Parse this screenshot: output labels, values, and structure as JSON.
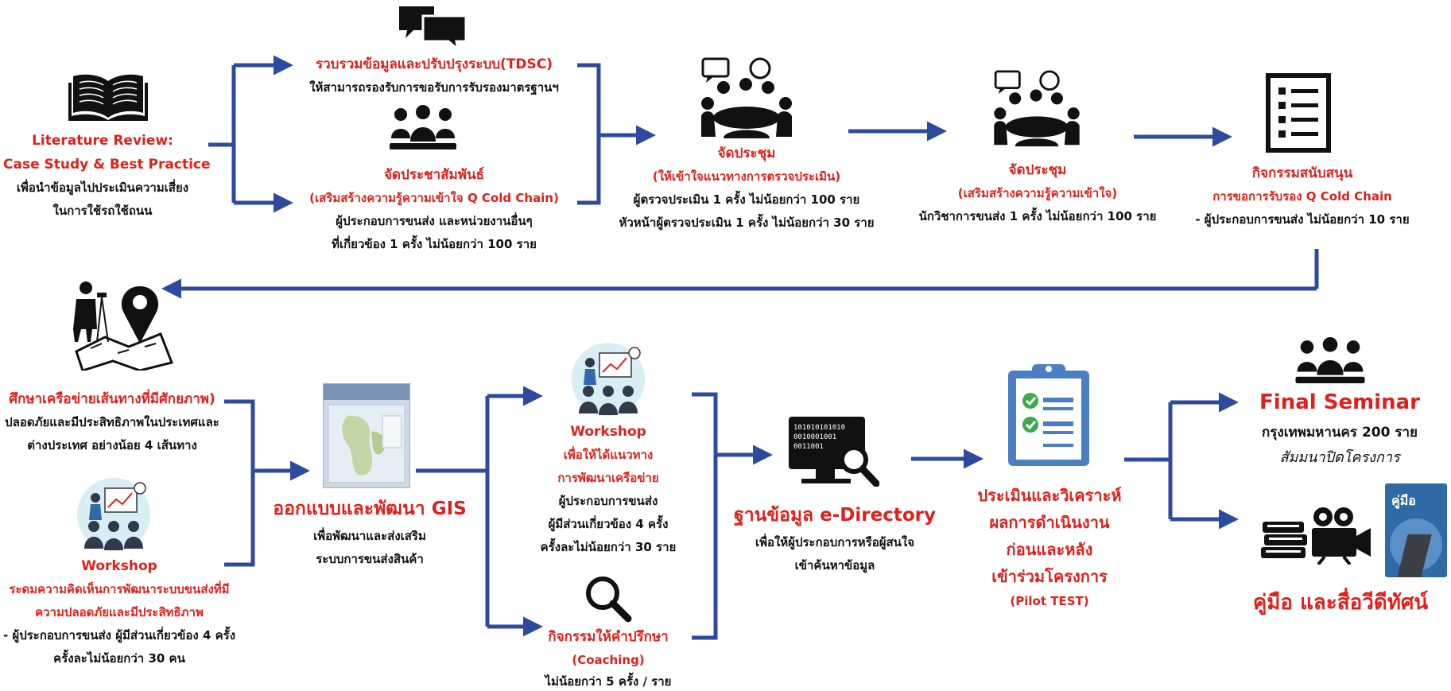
{
  "colors": {
    "accent_red": "#e0201b",
    "arrow_blue": "#2e4a9e",
    "icon_dark": "#111111",
    "icon_ring": "#d8eef4",
    "clipboard_blue": "#4a7fc4",
    "check_green": "#3dab4a"
  },
  "icons": [
    "open-book-icon",
    "chat-bubbles-icon",
    "group-people-icon",
    "meeting-table-icon",
    "meeting-table-icon",
    "checklist-document-icon",
    "surveyor-map-pin-icon",
    "workshop-presenter-icon",
    "gis-map-thumbnail",
    "workshop-presenter-icon",
    "magnifier-icon",
    "computer-search-icon",
    "clipboard-checklist-icon",
    "group-people-icon",
    "books-camera-icon",
    "manual-book-cover"
  ],
  "literature": {
    "lines": [
      "Literature Review:",
      "Case Study & Best Practice",
      "เพื่อนำข้อมูลไปประเมินความเสี่ยง",
      "ในการใช้รถใช้ถนน"
    ]
  },
  "tdsc": {
    "title": "รวบรวมข้อมูลและปรับปรุงระบบ(TDSC)",
    "lines": [
      "ให้สามารถรองรับการขอรับการรับรองมาตรฐานฯ"
    ]
  },
  "pr": {
    "title": "จัดประชาสัมพันธ์",
    "subtitle": "(เสริมสร้างความรู้ความเข้าใจ Q Cold Chain)",
    "lines": [
      "ผู้ประกอบการขนส่ง และหน่วยงานอื่นๆ",
      "ที่เกี่ยวข้อง 1 ครั้ง ไม่น้อยกว่า 100 ราย"
    ]
  },
  "meeting1": {
    "title": "จัดประชุม",
    "subtitle": "(ให้เข้าใจแนวทางการตรวจประเมิน)",
    "lines": [
      "ผู้ตรวจประเมิน 1 ครั้ง ไม่น้อยกว่า 100 ราย",
      "หัวหน้าผู้ตรวจประเมิน 1 ครั้ง ไม่น้อยกว่า 30 ราย"
    ]
  },
  "meeting2": {
    "title": "จัดประชุม",
    "subtitle": "(เสริมสร้างความรู้ความเข้าใจ)",
    "lines": [
      "นักวิชาการขนส่ง 1 ครั้ง ไม่น้อยกว่า 100 ราย"
    ]
  },
  "support": {
    "title": "กิจกรรมสนับสนุน",
    "subtitle": "การขอการรับรอง Q Cold Chain",
    "lines": [
      "- ผู้ประกอบการขนส่ง ไม่น้อยกว่า 10 ราย"
    ]
  },
  "study": {
    "title": "ศึกษาเครือข่ายเส้นทางที่มีศักยภาพ)",
    "lines": [
      "ปลอดภัยและมีประสิทธิภาพในประเทศและ",
      "ต่างประเทศ อย่างน้อย 4 เส้นทาง"
    ]
  },
  "workshop1": {
    "title": "Workshop",
    "red_lines": [
      "ระดมความคิดเห็นการพัฒนาระบบขนส่งที่มี",
      "ความปลอดภัยและมีประสิทธิภาพ"
    ],
    "lines": [
      "- ผู้ประกอบการขนส่ง ผู้มีส่วนเกี่ยวข้อง 4 ครั้ง",
      "ครั้งละไม่น้อยกว่า 30 คน"
    ]
  },
  "gis": {
    "title": "ออกแบบและพัฒนา GIS",
    "lines": [
      "เพื่อพัฒนาและส่งเสริม",
      "ระบบการขนส่งสินค้า"
    ]
  },
  "workshop2": {
    "title": "Workshop",
    "red_lines": [
      "เพื่อให้ได้แนวทาง",
      "การพัฒนาเครือข่าย"
    ],
    "lines": [
      "ผู้ประกอบการขนส่ง",
      "ผู้มีส่วนเกี่ยวข้อง 4 ครั้ง",
      "ครั้งละไม่น้อยกว่า 30 ราย"
    ]
  },
  "coaching": {
    "title": "กิจกรรมให้คำปรึกษา",
    "subtitle": "(Coaching)",
    "lines": [
      "ไม่น้อยกว่า 5 ครั้ง / ราย"
    ]
  },
  "edir": {
    "title": "ฐานข้อมูล e-Directory",
    "lines": [
      "เพื่อให้ผู้ประกอบการหรือผู้สนใจ",
      "เข้าค้นหาข้อมูล"
    ],
    "screen_digits": [
      "101010101010",
      "0010001001",
      "0011001"
    ]
  },
  "eval": {
    "red_lines": [
      "ประเมินและวิเคราะห์",
      "ผลการดำเนินงาน",
      "ก่อนและหลัง",
      "เข้าร่วมโครงการ"
    ],
    "subtitle": "(Pilot TEST)"
  },
  "final": {
    "title": "Final Seminar",
    "lines": [
      "กรุงเทพมหานคร 200 ราย"
    ],
    "italic": "สัมมนาปิดโครงการ"
  },
  "manual": {
    "title": "คู่มือ และสื่อวีดีทัศน์",
    "cover_label": "คู่มือ"
  }
}
